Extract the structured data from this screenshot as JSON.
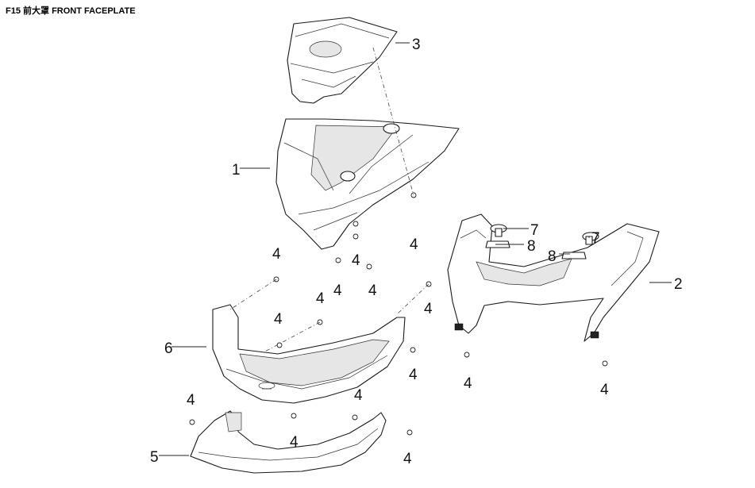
{
  "title": "F15 前大罩 FRONT FACEPLATE",
  "callouts": {
    "c1": "1",
    "c2": "2",
    "c3": "3",
    "c4a": "4",
    "c4b": "4",
    "c4c": "4",
    "c4d": "4",
    "c4e": "4",
    "c4f": "4",
    "c4g": "4",
    "c4h": "4",
    "c4i": "4",
    "c4j": "4",
    "c4k": "4",
    "c4l": "4",
    "c4m": "4",
    "c4n": "4",
    "c4o": "4",
    "c5": "5",
    "c6": "6",
    "c7a": "7",
    "c7b": "7",
    "c8a": "8",
    "c8b": "8"
  }
}
